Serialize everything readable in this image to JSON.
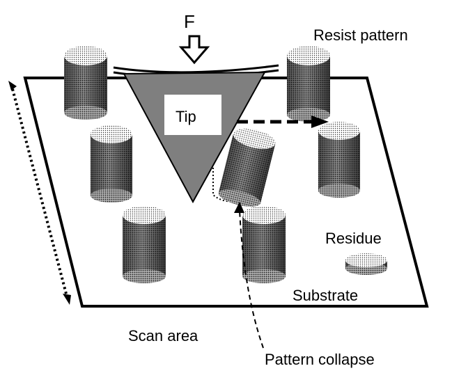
{
  "labels": {
    "force": "F",
    "resist_pattern": "Resist pattern",
    "tip": "Tip",
    "residue": "Residue",
    "substrate": "Substrate",
    "scan_area": "Scan area",
    "pattern_collapse": "Pattern collapse"
  }
}
